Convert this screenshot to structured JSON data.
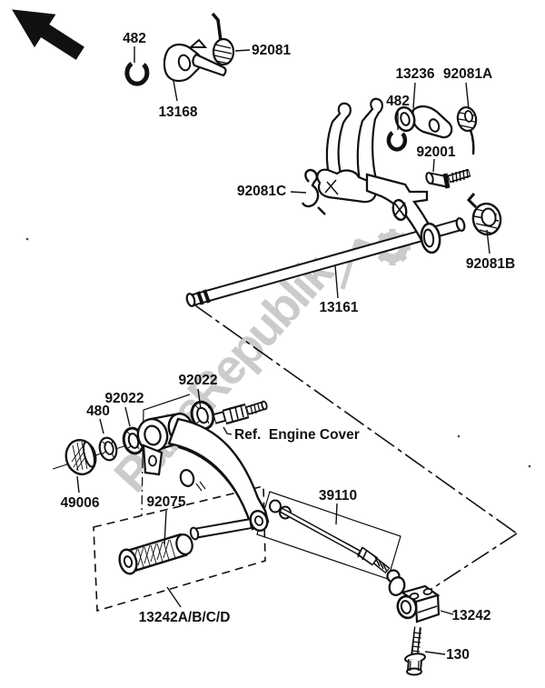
{
  "watermark": {
    "text": "PartsRepublik",
    "color": "#c9c9c9"
  },
  "labels": {
    "l482a": "482",
    "l92081": "92081",
    "l13168": "13168",
    "l13236": "13236",
    "l92081A": "92081A",
    "l482b": "482",
    "l92001": "92001",
    "l92081C": "92081C",
    "l92081B": "92081B",
    "l13161": "13161",
    "l92022u": "92022",
    "l92022l": "92022",
    "l480": "480",
    "l49006": "49006",
    "l92075": "92075",
    "lref": "Ref.  Engine Cover",
    "l39110": "39110",
    "l13242abcd": "13242A/B/C/D",
    "l13242": "13242",
    "l130": "130"
  }
}
